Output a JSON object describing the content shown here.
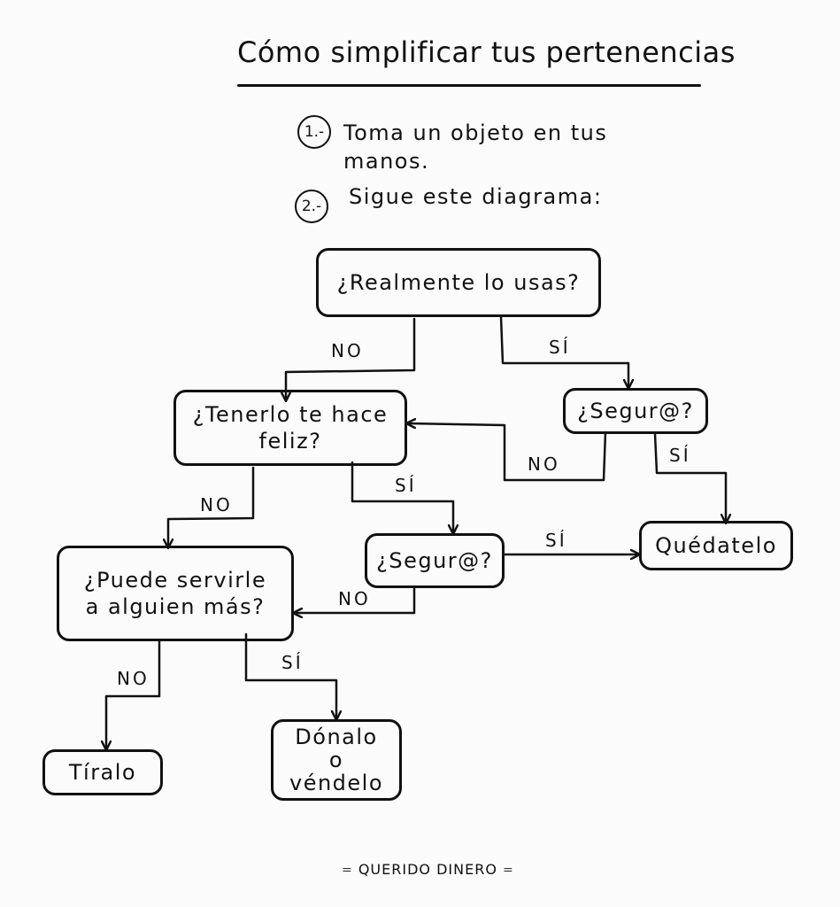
{
  "title": "Cómo simplificar tus pertenencias",
  "steps": [
    {
      "number": "1.-",
      "text": "Toma un objeto en tus\nmanos."
    },
    {
      "number": "2.-",
      "text": "Sigue este diagrama:"
    }
  ],
  "nodes": {
    "realmente": "¿Realmente lo usas?",
    "seguro_top": "¿Segur@?",
    "feliz": "¿Tenerlo te hace\nfeliz?",
    "seguro_mid": "¿Segur@?",
    "quedatelo": "Quédatelo",
    "servirle": "¿Puede servirle\na alguien más?",
    "tiralo": "Tíralo",
    "donalo": "Dónalo\no\nvéndelo"
  },
  "edges": {
    "realmente_no": "NO",
    "realmente_si": "SÍ",
    "seguro_top_no": "NO",
    "seguro_top_si": "SÍ",
    "feliz_no": "NO",
    "feliz_si": "SÍ",
    "seguro_mid_si": "SÍ",
    "seguro_mid_no": "NO",
    "servirle_no": "NO",
    "servirle_si": "SÍ"
  },
  "brand": "QUERIDO DINERO"
}
